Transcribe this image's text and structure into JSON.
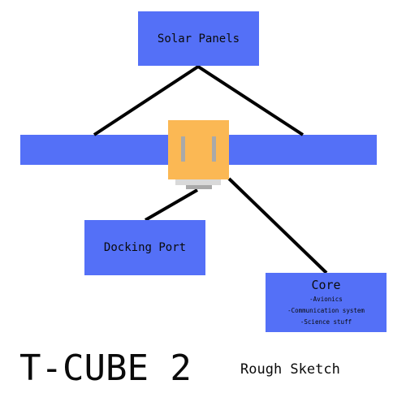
{
  "diagram": {
    "title": "T-CUBE 2",
    "subtitle": "Rough Sketch",
    "labels": {
      "solar_panels": "Solar Panels",
      "docking_port": "Docking Port",
      "core": {
        "title": "Core",
        "items": [
          "-Avionics",
          "-Communication system",
          "-Science stuff"
        ]
      }
    },
    "colors": {
      "panel_blue": "#5470f7",
      "cube_orange": "#fbb854",
      "slot_gray": "#a9a9a9",
      "plate_gray": "#d9d9d9",
      "line_black": "#000000"
    }
  }
}
